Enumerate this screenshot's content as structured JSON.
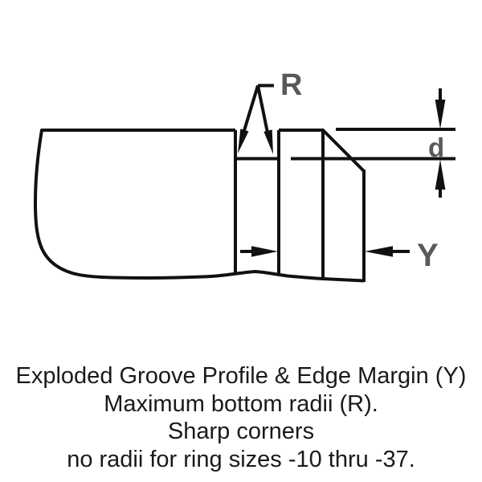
{
  "diagram": {
    "labels": {
      "radius": "R",
      "groove_depth": "d",
      "edge_margin": "Y"
    },
    "colors": {
      "line": "#111111",
      "label": "#58595b",
      "caption_text": "#1a1a1a",
      "background": "#ffffff"
    }
  },
  "caption": {
    "lines": [
      "Exploded Groove Profile & Edge Margin (Y)",
      "Maximum bottom radii (R).",
      "Sharp corners",
      "no radii for ring sizes -10 thru -37."
    ]
  }
}
